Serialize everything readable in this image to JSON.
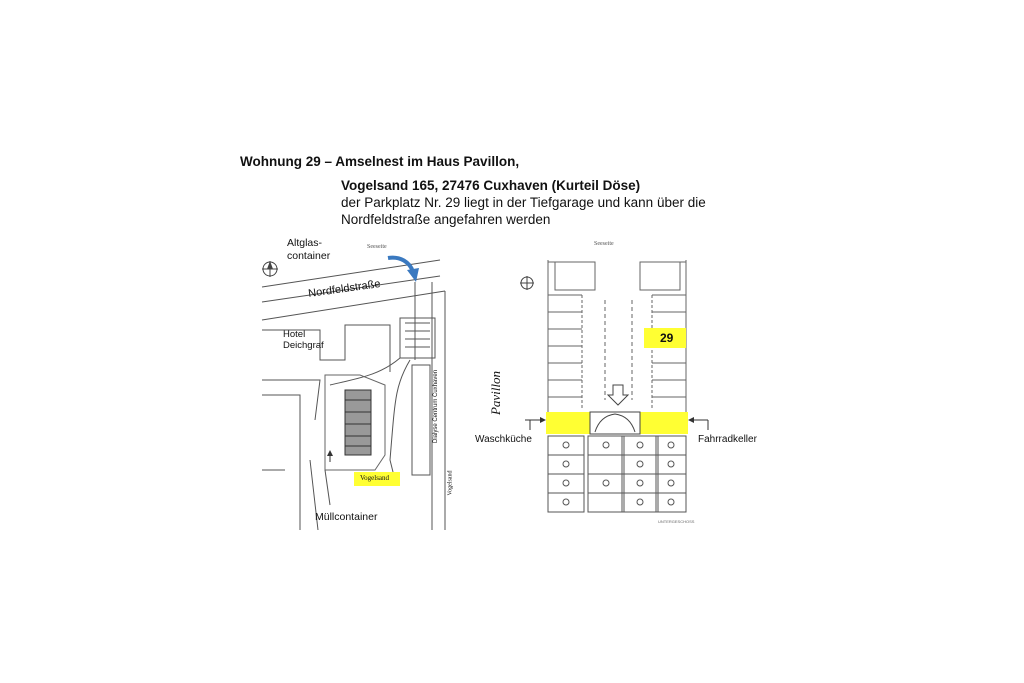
{
  "header": {
    "title": "Wohnung 29 – Amselnest im Haus Pavillon,",
    "address": "Vogelsand 165, 27476 Cuxhaven (Kurteil Döse)",
    "parking_line1": "der Parkplatz Nr. 29 liegt in der Tiefgarage und kann über die",
    "parking_line2": "Nordfeldstraße angefahren werden"
  },
  "site_map": {
    "altglas_line1": "Altglas-",
    "altglas_line2": "container",
    "seeseite": "Seeseite",
    "street_north": "Nordfeldstraße",
    "hotel_line1": "Hotel",
    "hotel_line2": "Deichgraf",
    "dialyse": "Dialyse Centrum Cuxhaven",
    "street_vogelsand": "Vogelsand",
    "street_vogelsand_side": "Vogelsand",
    "muell": "Müllcontainer",
    "highlight_color": "#ffff33"
  },
  "garage_plan": {
    "seeseite": "Seeseite",
    "pavillon": "Pavillon",
    "spot_number": "29",
    "waschkueche": "Waschküche",
    "fahrradkeller": "Fahrradkeller",
    "footer_note": "UNTERGESCHOSS",
    "highlight_color": "#ffff33"
  }
}
